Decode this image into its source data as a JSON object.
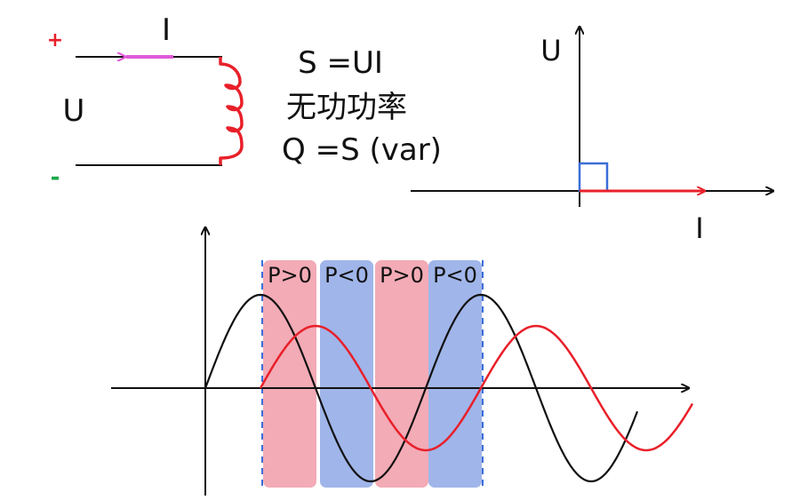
{
  "circuit": {
    "plus": "+",
    "minus": "-",
    "voltage": "U",
    "current": "I"
  },
  "formulas": {
    "apparent": "S =UI",
    "name": "无功功率",
    "reactive": "Q =S (var)"
  },
  "phasor": {
    "u_axis": "U",
    "i_axis": "I"
  },
  "waveform": {
    "regions": [
      {
        "label": "P>0",
        "color": "#ee8a9a"
      },
      {
        "label": "P<0",
        "color": "#7c98e0"
      },
      {
        "label": "P>0",
        "color": "#ee8a9a"
      },
      {
        "label": "P<0",
        "color": "#7c98e0"
      }
    ]
  },
  "colors": {
    "red": "#e8202a",
    "black": "#111111",
    "magenta": "#e05ad8",
    "blue": "#3a6ed8",
    "green": "#1aa84a"
  }
}
